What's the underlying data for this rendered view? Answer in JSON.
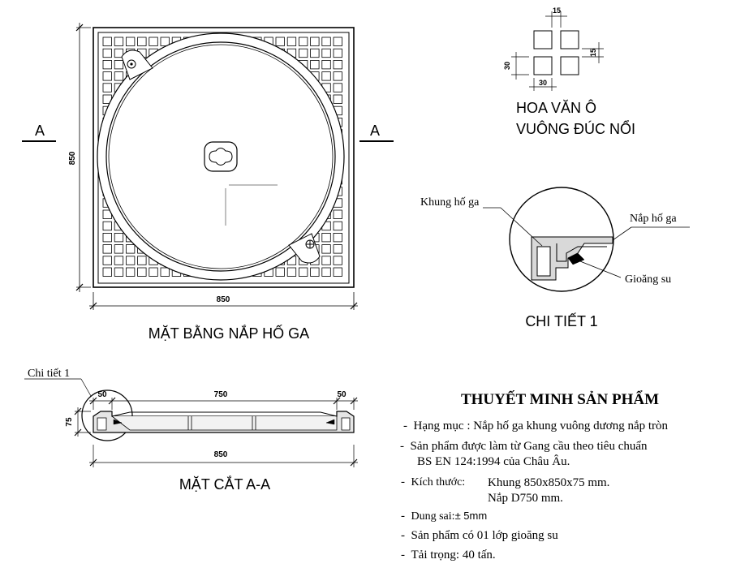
{
  "plan": {
    "title": "MẶT BẰNG NẮP  HỐ GA",
    "dim_width": "850",
    "dim_height": "850",
    "section_mark": "A"
  },
  "pattern": {
    "title_line1": "HOA VĂN Ô",
    "title_line2": "VUÔNG ĐÚC NỔI",
    "dim_top": "15",
    "dim_right": "15",
    "dim_left": "30",
    "dim_bottom": "30"
  },
  "detail": {
    "title": "CHI TIẾT 1",
    "label_frame": "Khung hố ga",
    "label_cover": "Nắp hố ga",
    "label_gasket": "Gioăng su"
  },
  "section": {
    "title": "MẶT CẮT A-A",
    "detail_ref": "Chi tiết 1",
    "dim_left": "50",
    "dim_mid": "750",
    "dim_right": "50",
    "dim_total": "850",
    "dim_height": "75"
  },
  "spec": {
    "heading": "THUYẾT MINH SẢN PHẨM",
    "item1": "Hạng mục : Nắp hố ga khung vuông dương nắp tròn",
    "item2a": "Sản phẩm được làm từ Gang cầu theo tiêu chuẩn",
    "item2b": "BS EN 124:1994 của Châu Âu.",
    "item3_label": "Kích thước:",
    "item3a": "Khung 850x850x75 mm.",
    "item3b": "Nắp D750 mm.",
    "item4_label": "Dung sai:",
    "item4_value": "± 5mm",
    "item5": "Sản phẩm có 01 lớp gioăng su",
    "item6": "Tải trọng: 40 tấn."
  }
}
